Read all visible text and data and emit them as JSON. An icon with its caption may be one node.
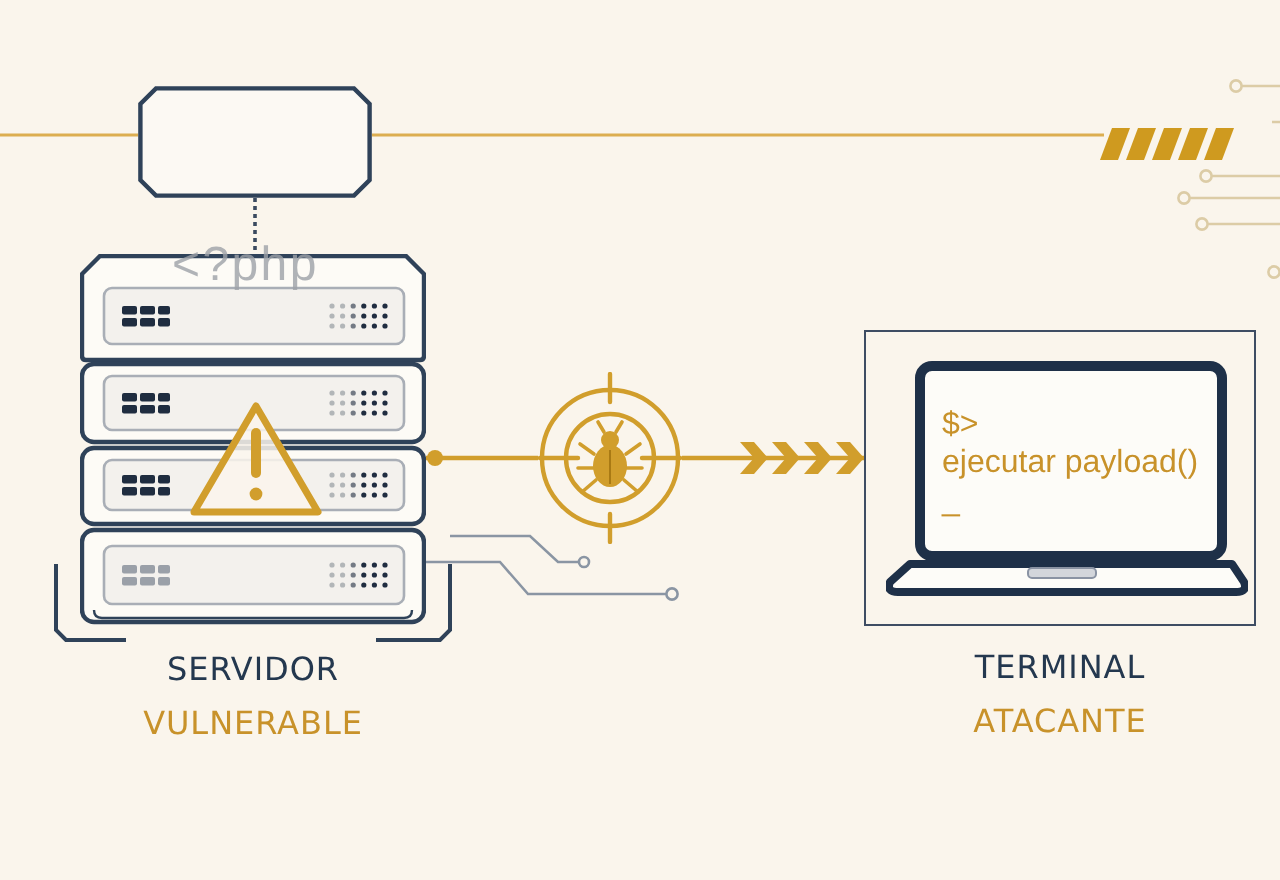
{
  "diagram": {
    "nodes": [
      {
        "text": [],
        "shape": "box"
      },
      {
        "text": [
          "SERVIDOR",
          "VULNERABLE"
        ]
      },
      {
        "text": [],
        "shape": "picture"
      },
      {
        "text": [
          "TERMINAL",
          "ATACANTE"
        ]
      },
      {
        "text": [
          "$>",
          "ejecutar payload()",
          "_"
        ],
        "in": 3
      }
    ],
    "edges": [
      {
        "from": 0,
        "to": 1,
        "arrow": "none",
        "style": "dashed",
        "color": "#3a4a60"
      },
      {
        "from": 1,
        "to": 2,
        "arrow": "other"
      },
      {
        "from": 2,
        "to": 3,
        "arrow": "to"
      }
    ],
    "labels": [
      "<?php"
    ]
  }
}
